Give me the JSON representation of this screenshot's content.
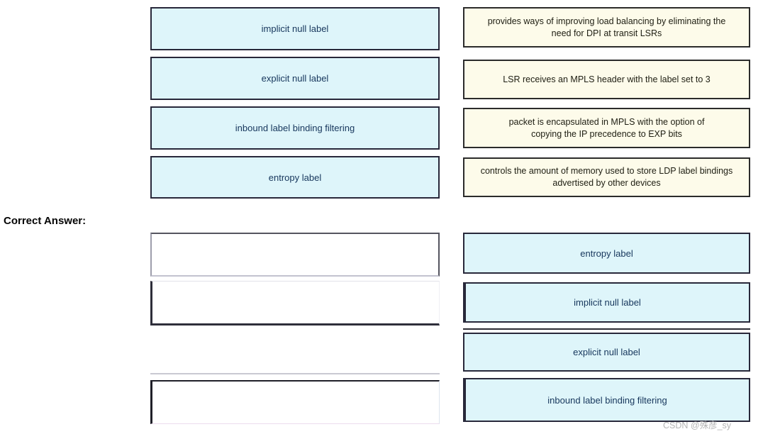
{
  "page": {
    "correct_answer_label": "Correct Answer:",
    "watermark": "CSDN @殊彦_sy"
  },
  "colors": {
    "term_fill": "#def5fa",
    "term_text": "#16365c",
    "def_fill": "#fdfbea",
    "box_border": "#28283a"
  },
  "question": {
    "terms": [
      {
        "label": "implicit null label"
      },
      {
        "label": "explicit null label"
      },
      {
        "label": "inbound label binding filtering"
      },
      {
        "label": "entropy label"
      }
    ],
    "definitions": [
      {
        "lines": [
          "provides ways of improving load balancing by eliminating the",
          "need for DPI at transit LSRs"
        ]
      },
      {
        "lines": [
          "LSR receives an MPLS header with the label set to 3"
        ]
      },
      {
        "lines": [
          "packet is encapsulated in MPLS with the option of",
          "copying the IP precedence to EXP bits"
        ]
      },
      {
        "lines": [
          "controls the amount of memory used to store LDP label bindings",
          "advertised by other devices"
        ]
      }
    ]
  },
  "answer": {
    "matches": [
      {
        "label": "entropy label"
      },
      {
        "label": "implicit null label"
      },
      {
        "label": "explicit null label"
      },
      {
        "label": "inbound label binding filtering"
      }
    ]
  }
}
